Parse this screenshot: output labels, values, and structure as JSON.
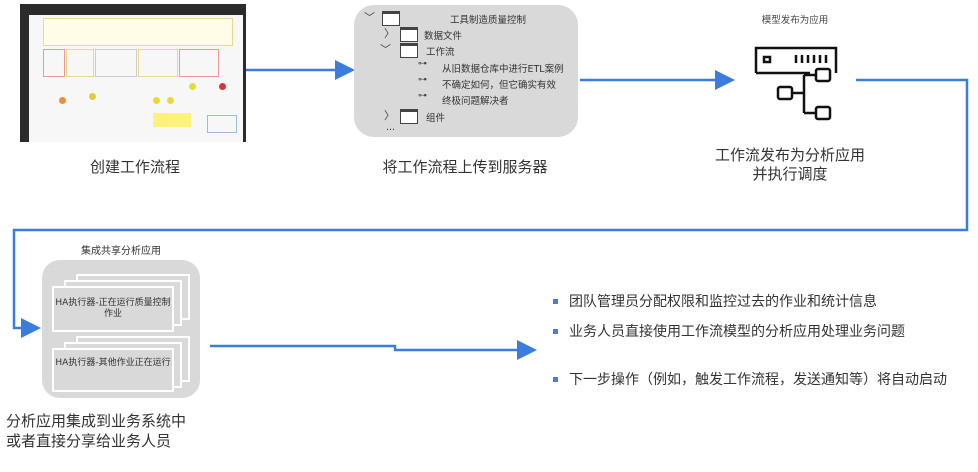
{
  "step1": {
    "caption": "创建工作流程"
  },
  "step2": {
    "caption": "将工作流程上传到服务器",
    "tree": {
      "root": "工具制造质量控制",
      "items": [
        "数据文件",
        "工作流",
        "组件"
      ],
      "workflows": [
        "从旧数据仓库中进行ETL案例",
        "不确定如何，但它确实有效",
        "终极问题解决者"
      ],
      "more": "..."
    }
  },
  "step3": {
    "label": "模型发布为应用",
    "caption_line1": "工作流发布为分析应用",
    "caption_line2": "并执行调度"
  },
  "step4": {
    "label": "集成共享分析应用",
    "card1": "HA执行器-正在运行质量控制作业",
    "card2": "HA执行器-其他作业正在运行",
    "caption_line1": "分析应用集成到业务系统中",
    "caption_line2": "或者直接分享给业务人员"
  },
  "bullets": [
    "团队管理员分配权限和监控过去的作业和统计信息",
    "业务人员直接使用工作流模型的分析应用处理业务问题",
    "下一步操作（例如，触发工作流程，发送通知等）将自动启动"
  ],
  "colors": {
    "arrow": "#3b7ddd",
    "box": "#d9d9d9"
  }
}
